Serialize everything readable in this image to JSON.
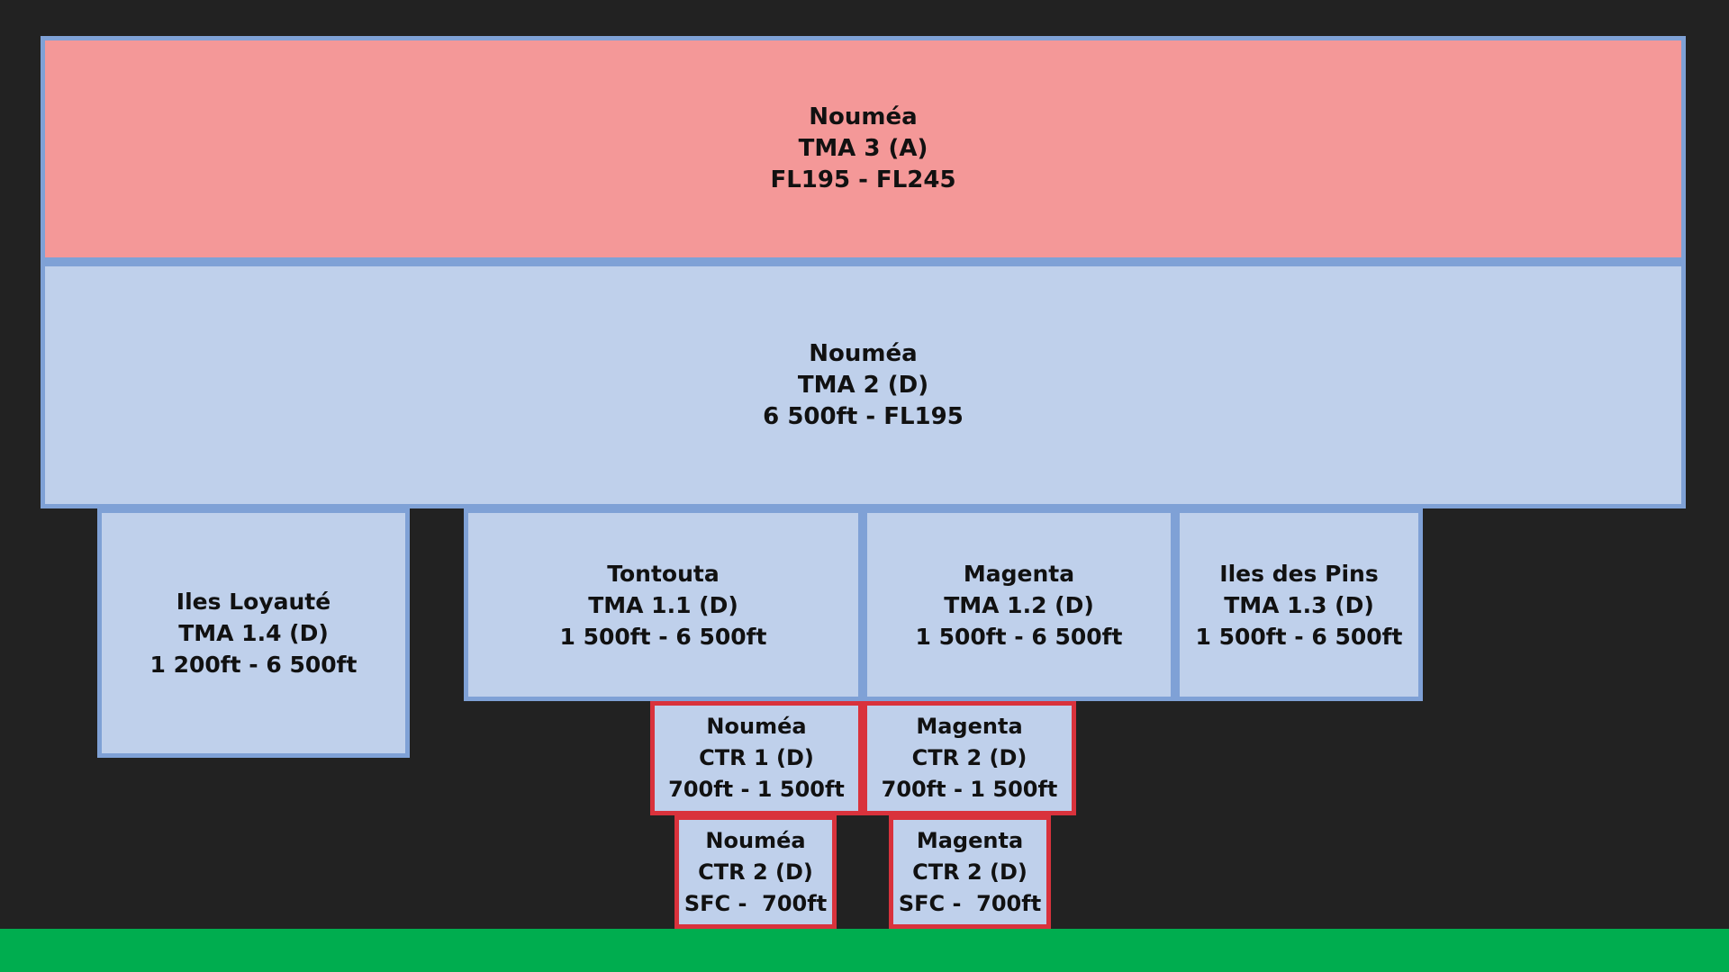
{
  "zones": {
    "noumea_tma3": {
      "name": "Nouméa",
      "designation": "TMA 3 (A)",
      "limits": "FL195 - FL245"
    },
    "noumea_tma2": {
      "name": "Nouméa",
      "designation": "TMA 2 (D)",
      "limits": "6 500ft - FL195"
    },
    "iles_loyaute_tma14": {
      "name": "Iles Loyauté",
      "designation": "TMA 1.4 (D)",
      "limits": "1 200ft - 6 500ft"
    },
    "tontouta_tma11": {
      "name": "Tontouta",
      "designation": "TMA 1.1 (D)",
      "limits": "1 500ft - 6 500ft"
    },
    "magenta_tma12": {
      "name": "Magenta",
      "designation": "TMA 1.2 (D)",
      "limits": "1 500ft - 6 500ft"
    },
    "iles_des_pins_tma13": {
      "name": "Iles des Pins",
      "designation": "TMA 1.3 (D)",
      "limits": "1 500ft - 6 500ft"
    },
    "noumea_ctr1": {
      "name": "Nouméa",
      "designation": "CTR 1 (D)",
      "limits": "700ft - 1 500ft"
    },
    "magenta_ctr2_upper": {
      "name": "Magenta",
      "designation": "CTR 2 (D)",
      "limits": "700ft - 1 500ft"
    },
    "noumea_ctr2": {
      "name": "Nouméa",
      "designation": "CTR 2 (D)",
      "limits": "SFC -  700ft"
    },
    "magenta_ctr2_lower": {
      "name": "Magenta",
      "designation": "CTR 2 (D)",
      "limits": "SFC -  700ft"
    }
  },
  "colors": {
    "background": "#222222",
    "class_a_fill": "#f49898",
    "class_d_fill": "#bfd0eb",
    "tma_border": "#7fa1d6",
    "ctr_border": "#d9323c",
    "ground": "#00ad4f"
  }
}
